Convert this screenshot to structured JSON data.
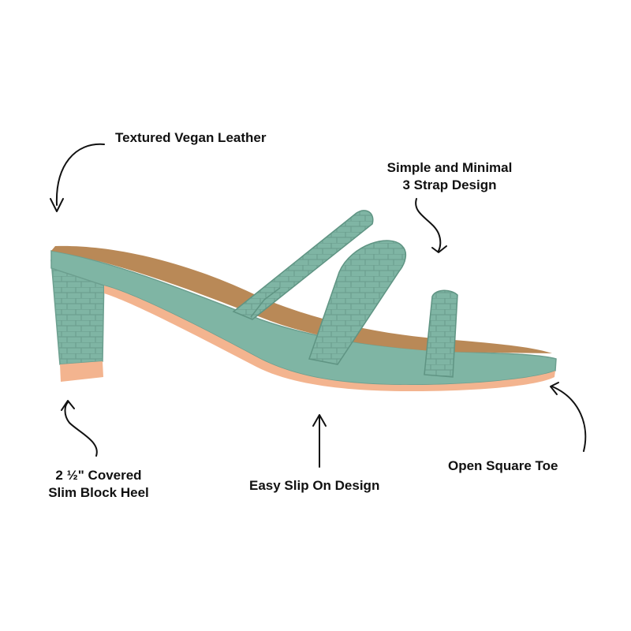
{
  "callouts": {
    "textured_vegan_leather": "Textured Vegan Leather",
    "strap_design_line1": "Simple and Minimal",
    "strap_design_line2": "3 Strap Design",
    "heel_line1": "2 ½\" Covered",
    "heel_line2": "Slim Block Heel",
    "slip_on": "Easy Slip On Design",
    "square_toe": "Open Square Toe"
  },
  "colors": {
    "upper_mint": "#7fb5a4",
    "insole_tan": "#b98957",
    "sole_peach": "#f3b48f",
    "text": "#111111"
  }
}
